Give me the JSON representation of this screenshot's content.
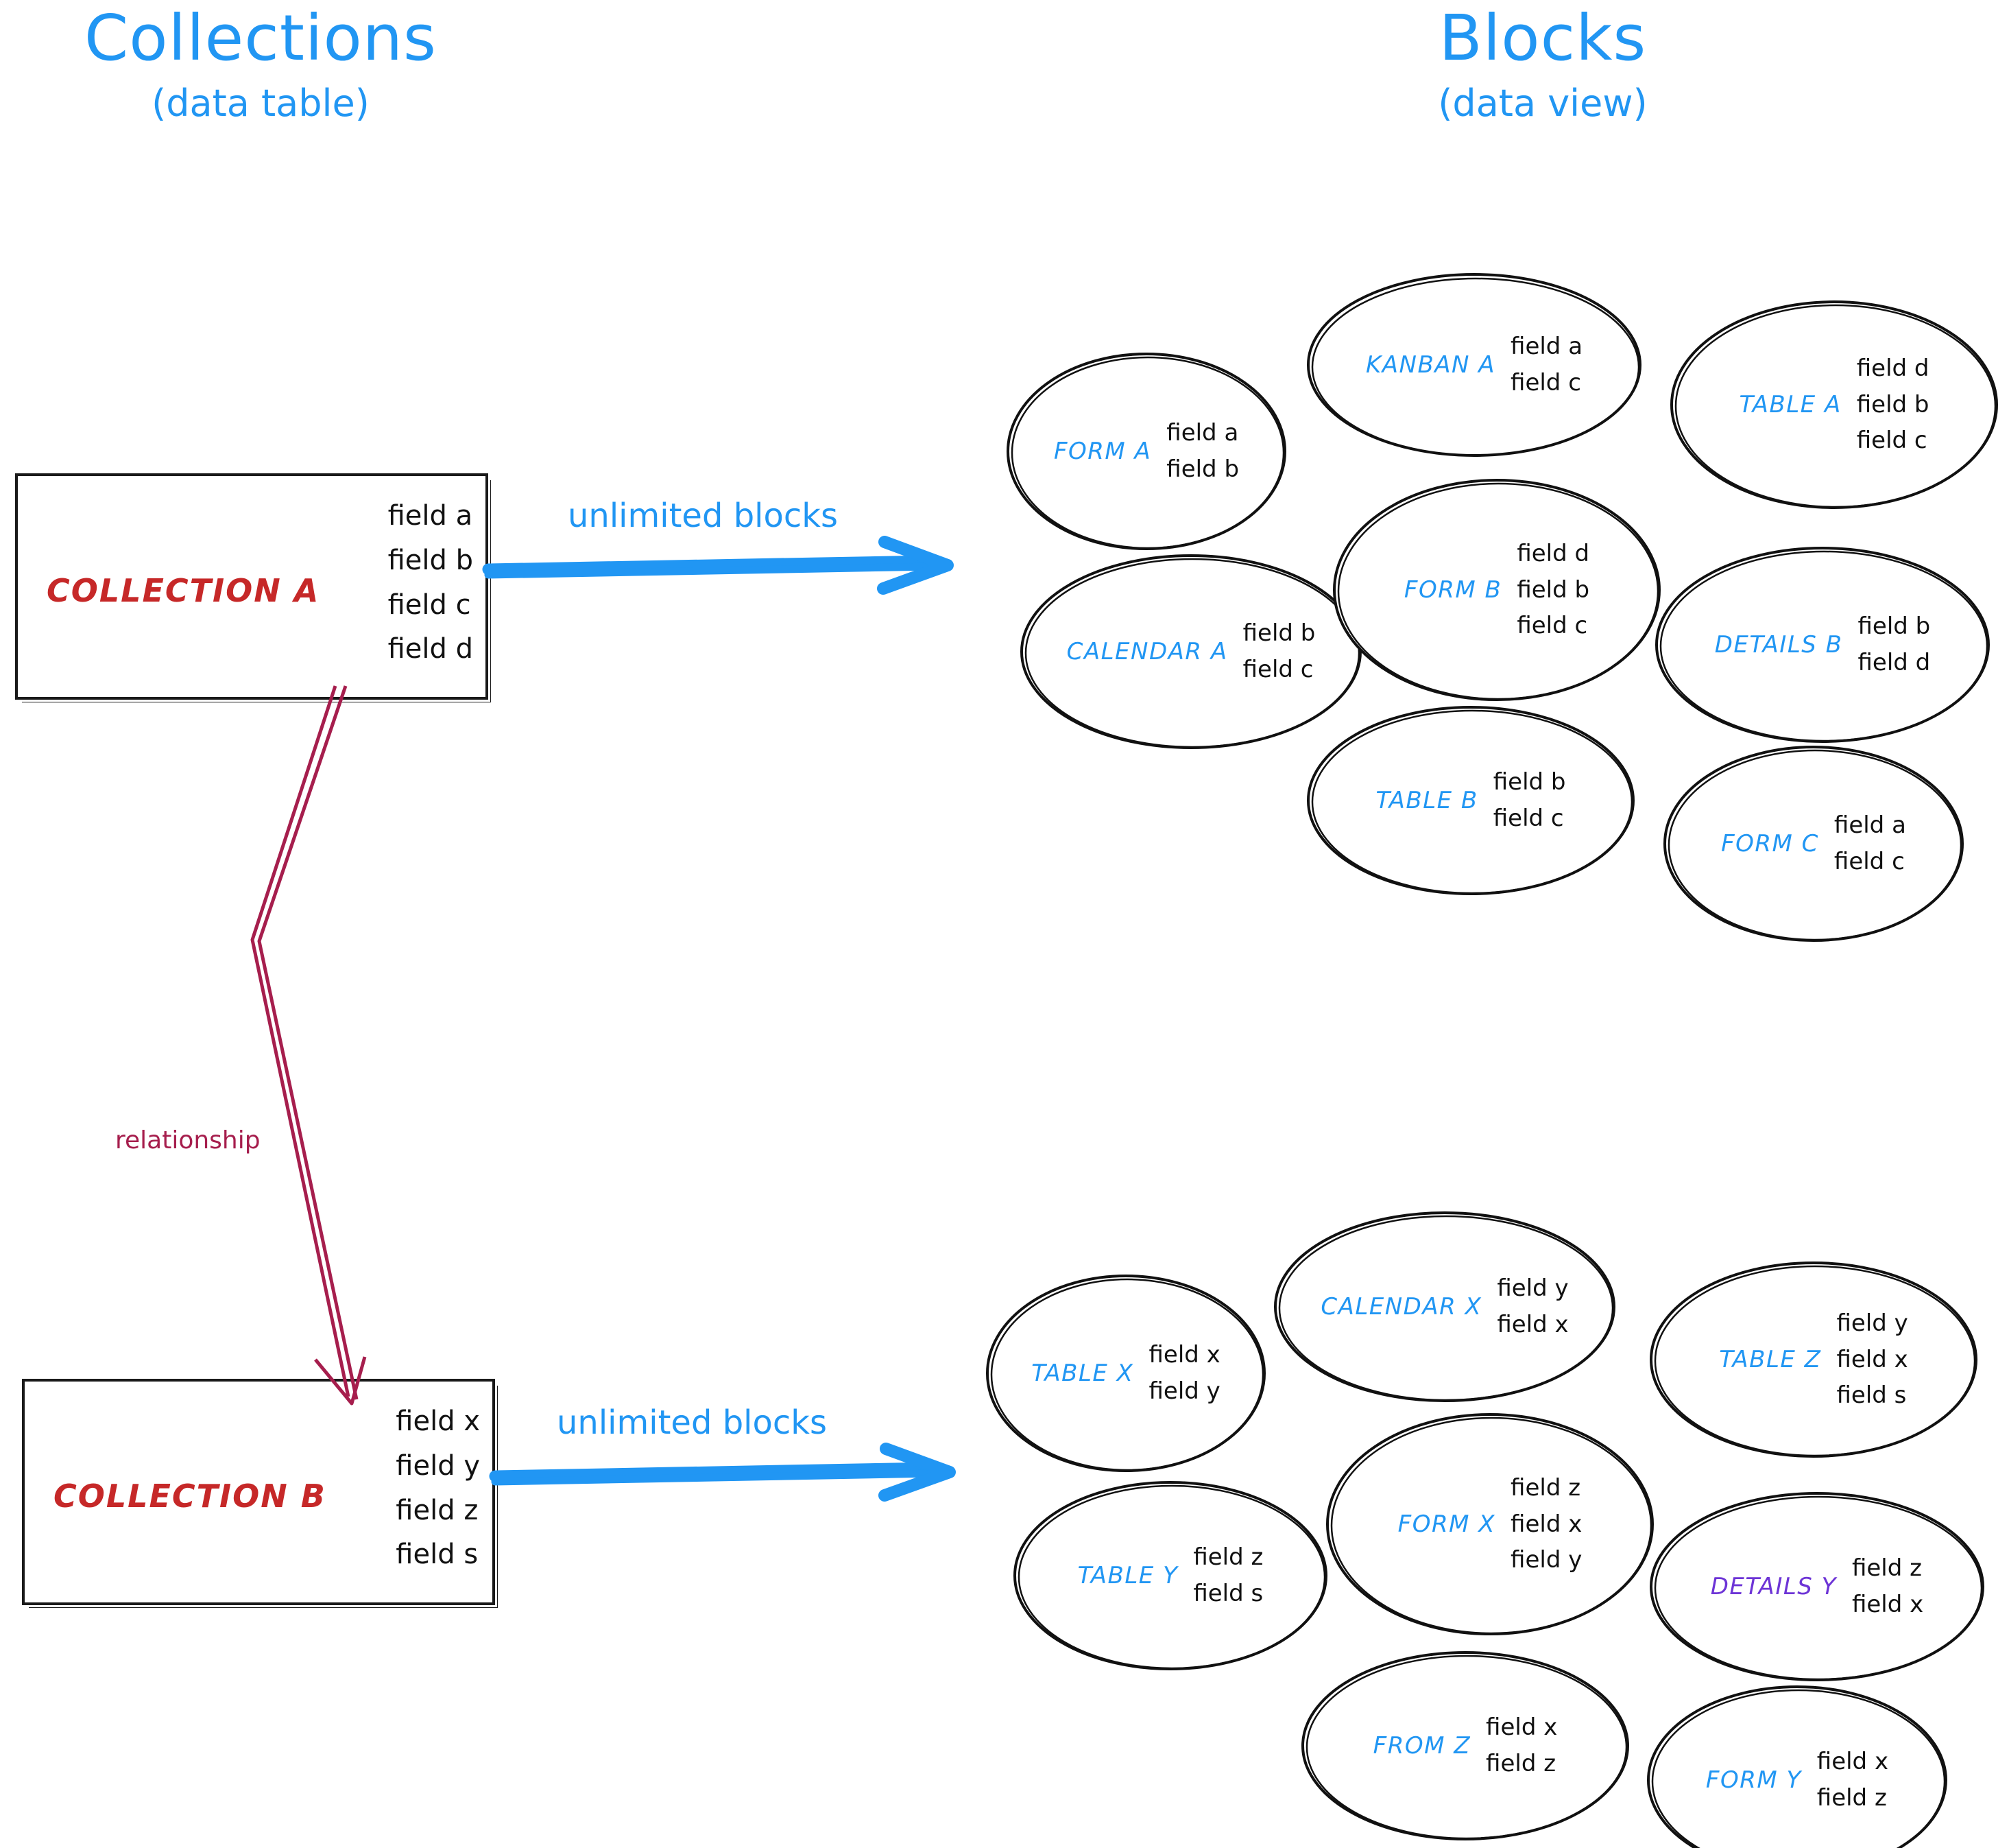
{
  "headings": {
    "left": {
      "main": "Collections",
      "sub": "(data table)"
    },
    "right": {
      "main": "Blocks",
      "sub": "(data view)"
    }
  },
  "colors": {
    "accent_blue": "#2196f3",
    "collection_red": "#c62828",
    "relationship_crimson": "#a61e4d",
    "details_purple": "#6d34d6",
    "stroke_black": "#1a1a1a"
  },
  "collections": [
    {
      "name": "COLLECTION A",
      "fields": [
        "field a",
        "field b",
        "field c",
        "field d"
      ]
    },
    {
      "name": "COLLECTION B",
      "fields": [
        "field x",
        "field y",
        "field z",
        "field s"
      ]
    }
  ],
  "arrows": {
    "top_label": "unlimited blocks",
    "bottom_label": "unlimited blocks",
    "relationship_label": "relationship"
  },
  "block_groups": [
    {
      "source": "COLLECTION A",
      "blocks": [
        {
          "name": "FORM A",
          "color": "blue",
          "fields": [
            "field a",
            "field b"
          ]
        },
        {
          "name": "KANBAN A",
          "color": "blue",
          "fields": [
            "field a",
            "field c"
          ]
        },
        {
          "name": "TABLE A",
          "color": "blue",
          "fields": [
            "field d",
            "field b",
            "field c"
          ]
        },
        {
          "name": "CALENDAR A",
          "color": "blue",
          "fields": [
            "field b",
            "field c"
          ]
        },
        {
          "name": "FORM B",
          "color": "blue",
          "fields": [
            "field d",
            "field b",
            "field c"
          ]
        },
        {
          "name": "DETAILS B",
          "color": "blue",
          "fields": [
            "field b",
            "field d"
          ]
        },
        {
          "name": "TABLE B",
          "color": "blue",
          "fields": [
            "field b",
            "field c"
          ]
        },
        {
          "name": "FORM C",
          "color": "blue",
          "fields": [
            "field a",
            "field c"
          ]
        }
      ]
    },
    {
      "source": "COLLECTION B",
      "blocks": [
        {
          "name": "TABLE X",
          "color": "blue",
          "fields": [
            "field x",
            "field y"
          ]
        },
        {
          "name": "CALENDAR X",
          "color": "blue",
          "fields": [
            "field y",
            "field x"
          ]
        },
        {
          "name": "TABLE Z",
          "color": "blue",
          "fields": [
            "field y",
            "field x",
            "field s"
          ]
        },
        {
          "name": "TABLE Y",
          "color": "blue",
          "fields": [
            "field z",
            "field s"
          ]
        },
        {
          "name": "FORM X",
          "color": "blue",
          "fields": [
            "field z",
            "field x",
            "field y"
          ]
        },
        {
          "name": "DETAILS Y",
          "color": "purple",
          "fields": [
            "field z",
            "field x"
          ]
        },
        {
          "name": "FROM Z",
          "color": "blue",
          "fields": [
            "field x",
            "field z"
          ]
        },
        {
          "name": "FORM Y",
          "color": "blue",
          "fields": [
            "field x",
            "field z"
          ]
        }
      ]
    }
  ]
}
